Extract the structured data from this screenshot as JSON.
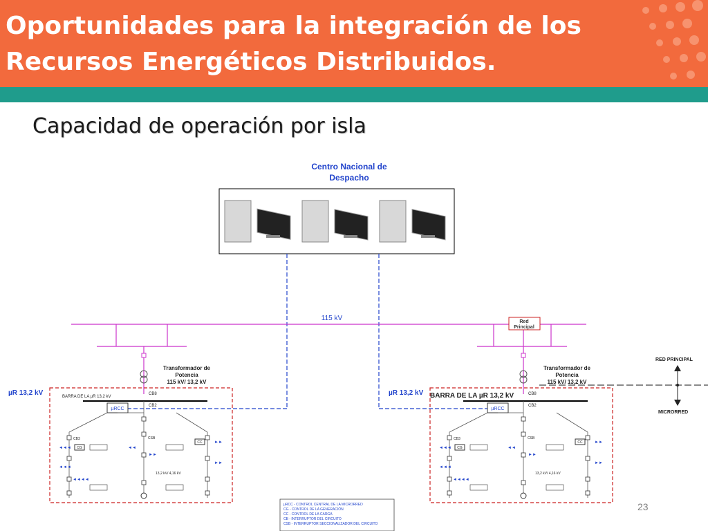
{
  "header": {
    "title": "Oportunidades para la integración de los Recursos Energéticos Distribuidos."
  },
  "subtitle": "Capacidad de operación por isla",
  "diagram": {
    "center_title_line1": "Centro Nacional de",
    "center_title_line2": "Despacho",
    "bus_label": "115 kV",
    "red_principal_line1": "Red",
    "red_principal_line2": "Principal",
    "transformer_line1": "Transformador de",
    "transformer_line2": "Potencia",
    "transformer_line3": "115 kV/ 13,2 kV",
    "micro_label": "µR 13,2 kV",
    "left_bar_label": "BARRA DE LA µR 13,2 kV",
    "right_bar_label": "BARRA DE LA µR 13,2 kV",
    "urcc": "µRCC",
    "cb8": "CB8",
    "cb2": "CB2",
    "cb3": "CB3",
    "csb": "CSB",
    "cg": "CG",
    "cc": "CC",
    "low_voltage": "13,2 kV/ 4,16 kV",
    "legend_red_principal": "RED PRINCIPAL",
    "legend_microrred": "MICRORRED",
    "legend": [
      "µRCC - CONTROL CENTRAL DE LA MICRORRED",
      "CG - CONTROL DE LA GENERACIÓN",
      "CC - CONTROL DE LA CARGA",
      "CB - INTERRUPTOR DEL CIRCUITO",
      "CSB - INTERRUPTOR SECCIONALIZADOR DEL CIRCUITO"
    ]
  },
  "page_number": "23",
  "colors": {
    "header": "#f26a3d",
    "band": "#1f9c8c",
    "bus": "#cc33cc",
    "control": "#2244cc",
    "boundary": "#cc2222"
  }
}
